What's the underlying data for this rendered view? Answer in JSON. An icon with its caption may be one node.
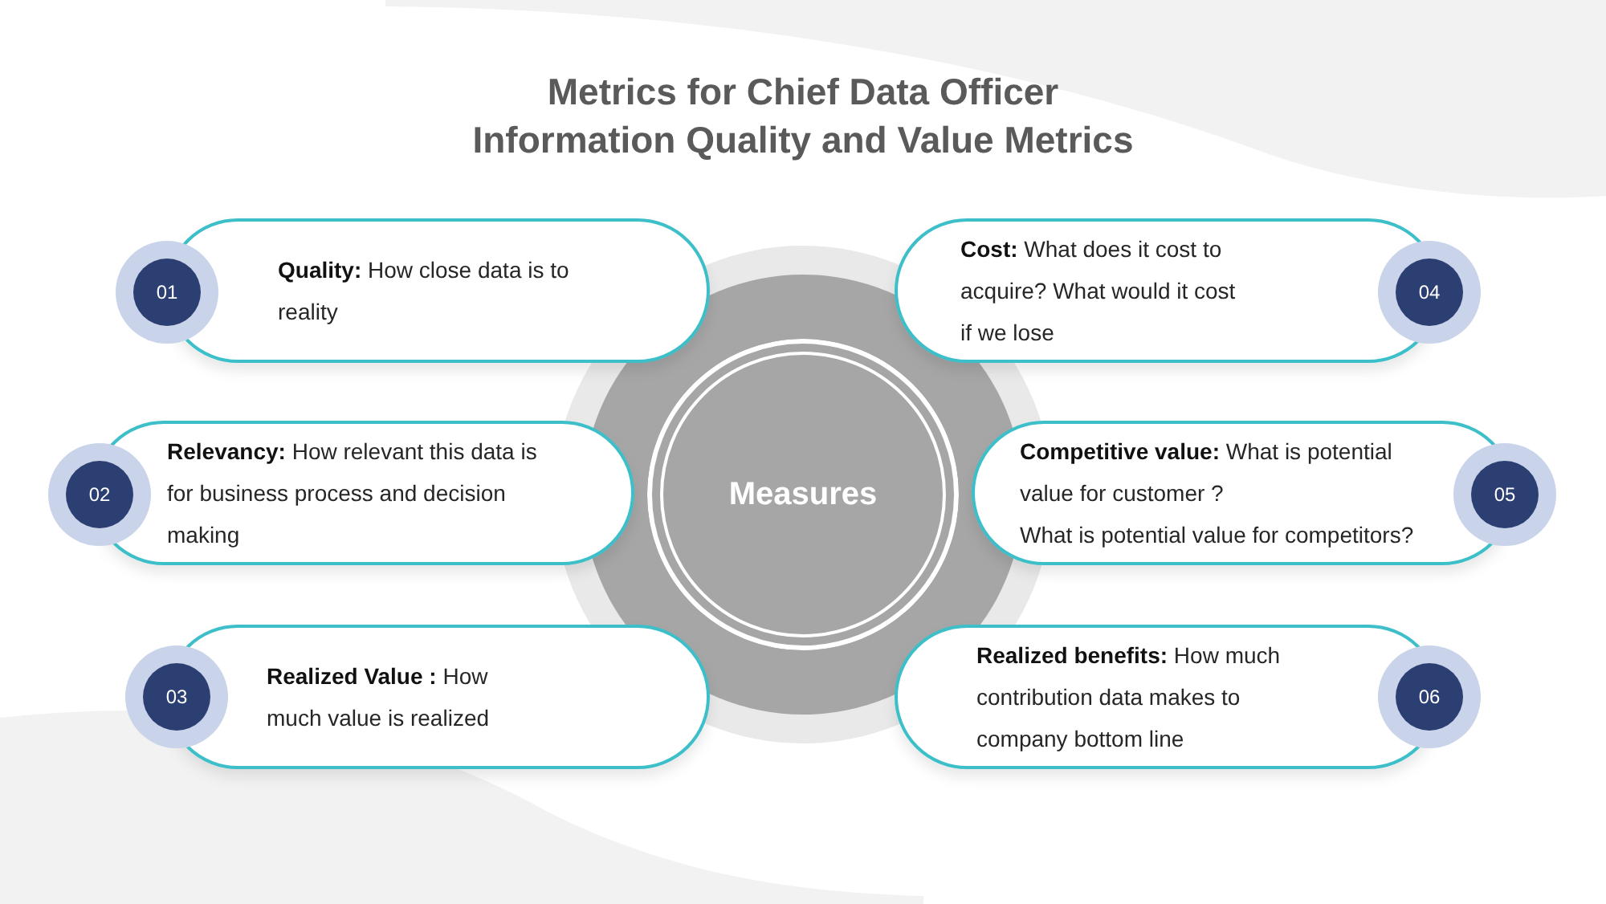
{
  "diagram": {
    "title": "Metrics for Chief Data Officer Information Quality and Value Metrics",
    "nodes": [
      {
        "text": [
          "Measures"
        ]
      },
      {
        "text": [
          "01",
          "**Quality:** How close data is to reality"
        ]
      },
      {
        "text": [
          "02",
          "**Relevancy:** How relevant this data is for business process and decision making"
        ]
      },
      {
        "text": [
          "03",
          "**Realized Value :** How much value is realized"
        ]
      },
      {
        "text": [
          "**Cost:** What does it cost to acquire? What would it cost if we lose",
          "04"
        ]
      },
      {
        "text": [
          "**Competitive value:** What is potential value for customer ?",
          "What is potential value for competitors?",
          "05"
        ]
      },
      {
        "text": [
          "**Realized benefits:** How much contribution data makes to company bottom line",
          "06"
        ]
      }
    ]
  }
}
